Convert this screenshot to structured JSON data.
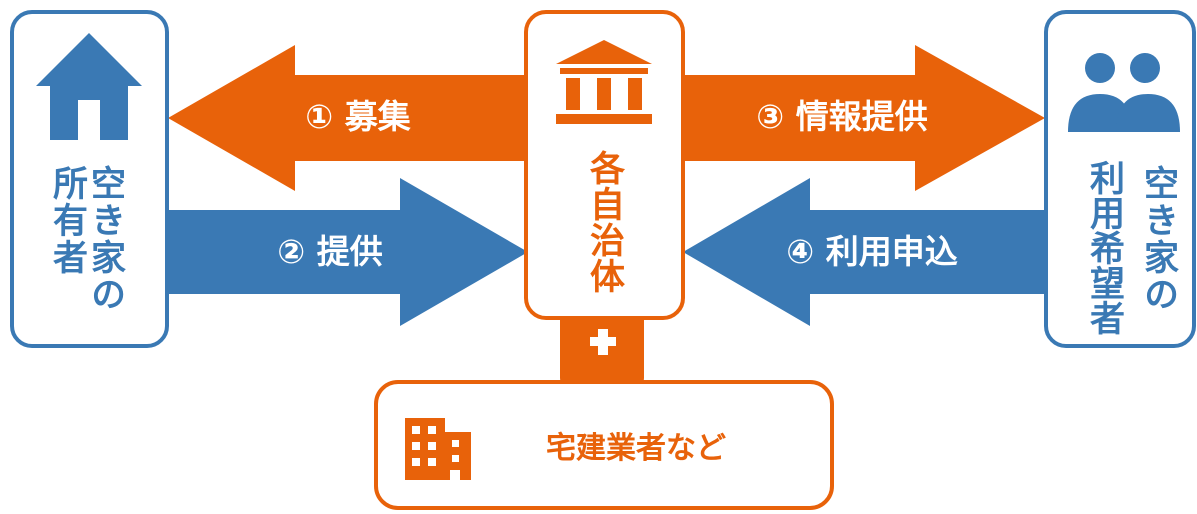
{
  "colors": {
    "orange": "#e8620a",
    "blue": "#3a79b4",
    "white": "#ffffff"
  },
  "owner": {
    "icon": "house-icon",
    "label_line1": "空き家の",
    "label_line2": "所有者"
  },
  "municipality": {
    "icon": "government-building-icon",
    "label": "各自治体"
  },
  "user": {
    "icon": "people-icon",
    "label_line1": "空き家の",
    "label_line2": "利用希望者"
  },
  "plus": {
    "icon": "plus-icon"
  },
  "realtor": {
    "icon": "office-building-icon",
    "label": "宅建業者など"
  },
  "arrows": {
    "recruit": "① 募集",
    "provide": "② 提供",
    "info": "③ 情報提供",
    "apply": "④ 利用申込"
  }
}
